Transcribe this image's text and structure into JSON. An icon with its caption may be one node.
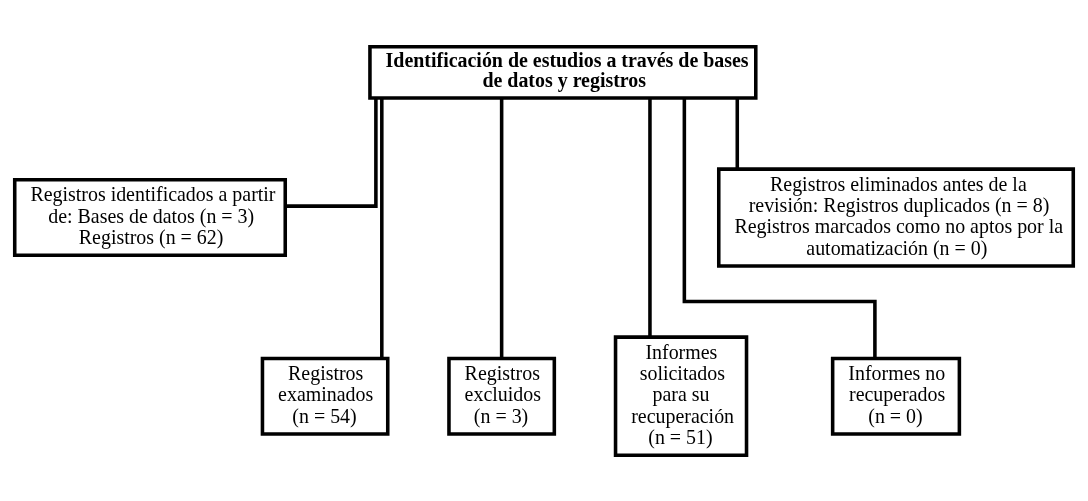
{
  "diagram": {
    "nodes": [
      {
        "text": [
          "Identificación de estudios a través de bases de datos y registros"
        ]
      },
      {
        "text": [
          "Registros identificados a partir de: Bases de datos (n = 3) Registros (n = 62)"
        ]
      },
      {
        "text": [
          "Registros eliminados antes de la revisión: Registros duplicados (n = 8) Registros marcados como no aptos por la automatización (n = 0)"
        ]
      },
      {
        "text": [
          "Registros examinados",
          "(n = 54)"
        ]
      },
      {
        "text": [
          "Registros excluidos",
          "(n = 3)"
        ]
      },
      {
        "text": [
          "Informes solicitados para su recuperación",
          "(n = 51)"
        ]
      },
      {
        "text": [
          "Informes no recuperados",
          "(n = 0)"
        ]
      }
    ],
    "edges": [
      {
        "from": 0,
        "to": 1,
        "arrow": "none"
      },
      {
        "from": 0,
        "to": 2,
        "arrow": "none"
      },
      {
        "from": 0,
        "to": 3,
        "arrow": "none"
      },
      {
        "from": 0,
        "to": 4,
        "arrow": "none"
      },
      {
        "from": 0,
        "to": 5,
        "arrow": "none"
      },
      {
        "from": 0,
        "to": 6,
        "arrow": "none"
      }
    ]
  }
}
